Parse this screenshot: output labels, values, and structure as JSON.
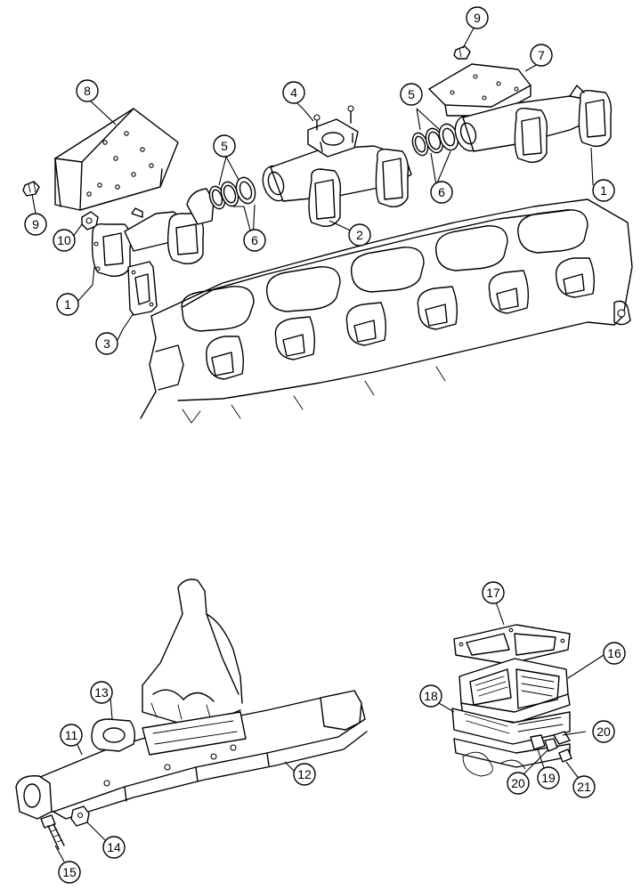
{
  "callouts": {
    "c1a": "1",
    "c1b": "1",
    "c2": "2",
    "c3": "3",
    "c4": "4",
    "c5a": "5",
    "c5b": "5",
    "c6a": "6",
    "c6b": "6",
    "c7": "7",
    "c8": "8",
    "c9a": "9",
    "c9b": "9",
    "c10": "10",
    "c11": "11",
    "c12": "12",
    "c13": "13",
    "c14": "14",
    "c15": "15",
    "c16": "16",
    "c17": "17",
    "c18": "18",
    "c19": "19",
    "c20a": "20",
    "c20b": "20",
    "c21": "21"
  }
}
